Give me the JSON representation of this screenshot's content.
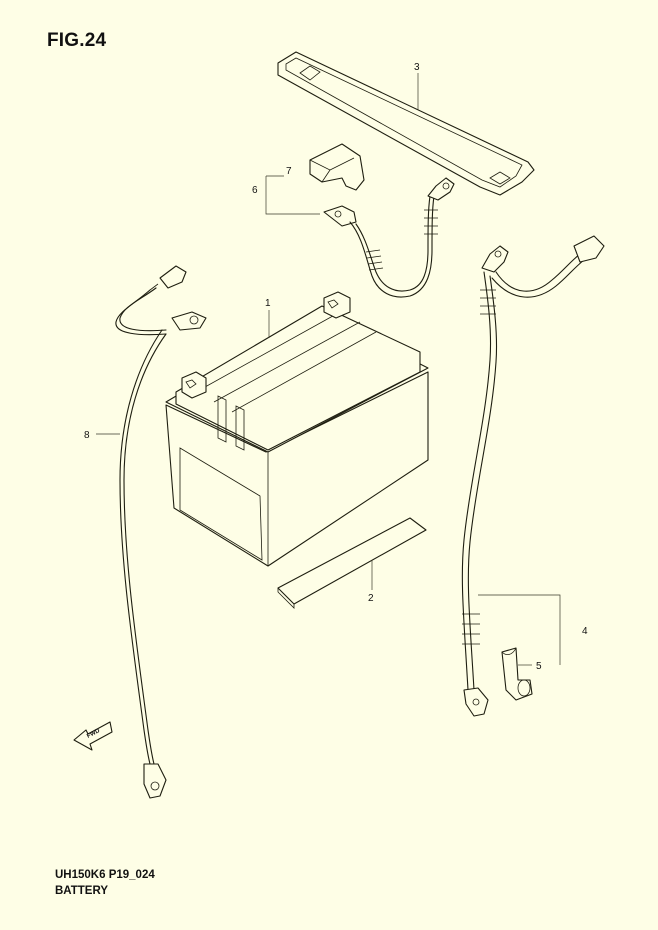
{
  "figure": {
    "title": "FIG.24",
    "code": "UH150K6 P19_024",
    "name": "BATTERY"
  },
  "callouts": [
    "1",
    "2",
    "3",
    "4",
    "5",
    "6",
    "7",
    "8"
  ],
  "direction_arrow": {
    "label": "FWD",
    "icon": "fwd-arrow-icon"
  }
}
